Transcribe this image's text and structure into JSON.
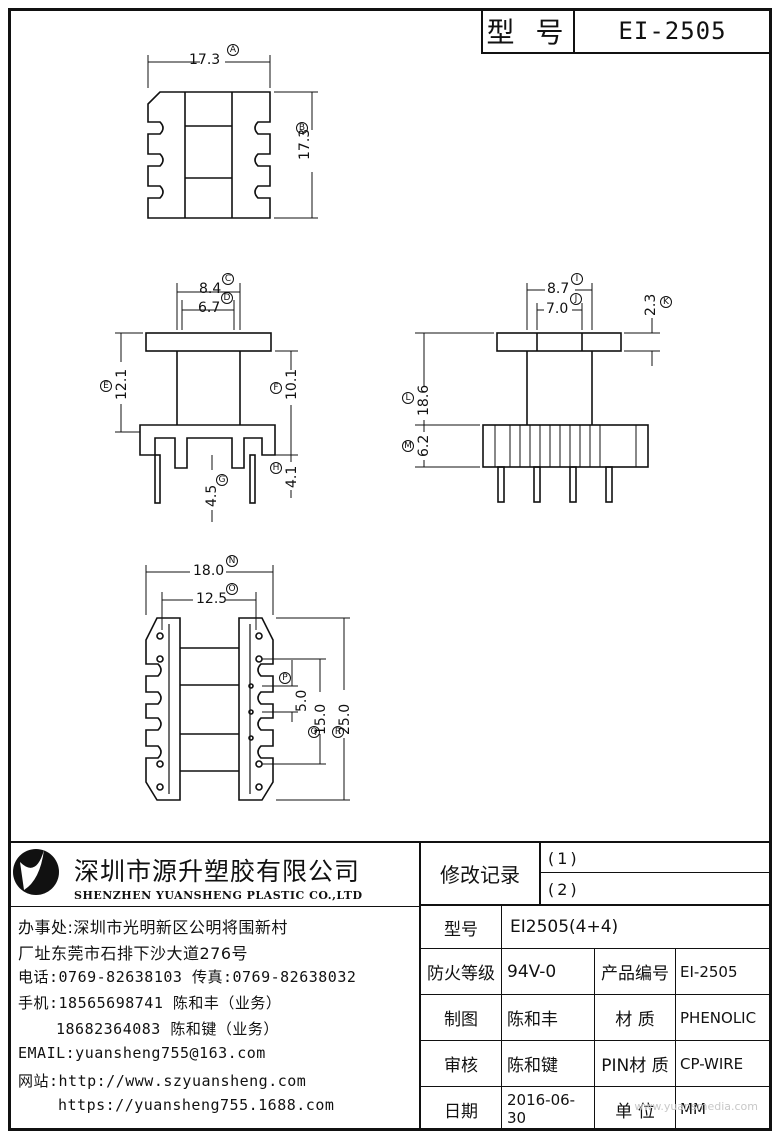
{
  "header": {
    "model_label": "型 号",
    "model_value": "EI-2505"
  },
  "top_view": {
    "width": "17.3",
    "width_tag": "A",
    "height": "17.3",
    "height_tag": "B"
  },
  "front_view": {
    "dim_top_outer": "8.4",
    "dim_top_outer_tag": "C",
    "dim_top_inner": "6.7",
    "dim_top_inner_tag": "D",
    "dim_total_height": "12.1",
    "dim_total_height_tag": "E",
    "dim_window_height": "10.1",
    "dim_window_height_tag": "F",
    "dim_pin_length": "4.5",
    "dim_pin_length_tag": "G",
    "dim_base_height": "4.1",
    "dim_base_height_tag": "H"
  },
  "side_view": {
    "dim_top_outer": "8.7",
    "dim_top_outer_tag": "I",
    "dim_top_inner": "7.0",
    "dim_top_inner_tag": "J",
    "dim_flange": "2.3",
    "dim_flange_tag": "K",
    "dim_total_height": "18.6",
    "dim_total_height_tag": "L",
    "dim_base_height": "6.2",
    "dim_base_height_tag": "M"
  },
  "bottom_view": {
    "dim_width": "18.0",
    "dim_width_tag": "N",
    "dim_inner": "12.5",
    "dim_inner_tag": "O",
    "dim_pitch": "5.0",
    "dim_pitch_tag": "P",
    "dim_span": "15.0",
    "dim_span_tag": "Q",
    "dim_length": "25.0",
    "dim_length_tag": "R"
  },
  "company": {
    "name_cn": "深圳市源升塑胶有限公司",
    "name_en": "SHENZHEN YUANSHENG PLASTIC CO.,LTD",
    "office": "办事处:深圳市光明新区公明将围新村",
    "factory": "厂址东莞市石排下沙大道276号",
    "phone": "电话:0769-82638103 传真:0769-82638032",
    "mobile1": "手机:18565698741 陈和丰（业务）",
    "mobile2": "18682364083 陈和键（业务）",
    "email": "EMAIL:yuansheng755@163.com",
    "web1": "网站:http://www.szyuansheng.com",
    "web2": "https://yuansheng755.1688.com"
  },
  "revision": {
    "label": "修改记录",
    "rev1": "(1)",
    "rev2": "(2)"
  },
  "specs": {
    "model_label": "型号",
    "model_value": "EI2505(4+4)",
    "fire_label": "防火等级",
    "fire_value": "94V-0",
    "product_no_label": "产品编号",
    "product_no_value": "EI-2505",
    "drawn_label": "制图",
    "drawn_value": "陈和丰",
    "material_label": "材 质",
    "material_value": "PHENOLIC",
    "check_label": "审核",
    "check_value": "陈和键",
    "pin_material_label": "PIN材 质",
    "pin_material_value": "CP-WIRE",
    "date_label": "日期",
    "date_value": "2016-06-30",
    "unit_label": "单 位",
    "unit_value": "MM"
  },
  "watermark": "www.yuansmedia.com"
}
